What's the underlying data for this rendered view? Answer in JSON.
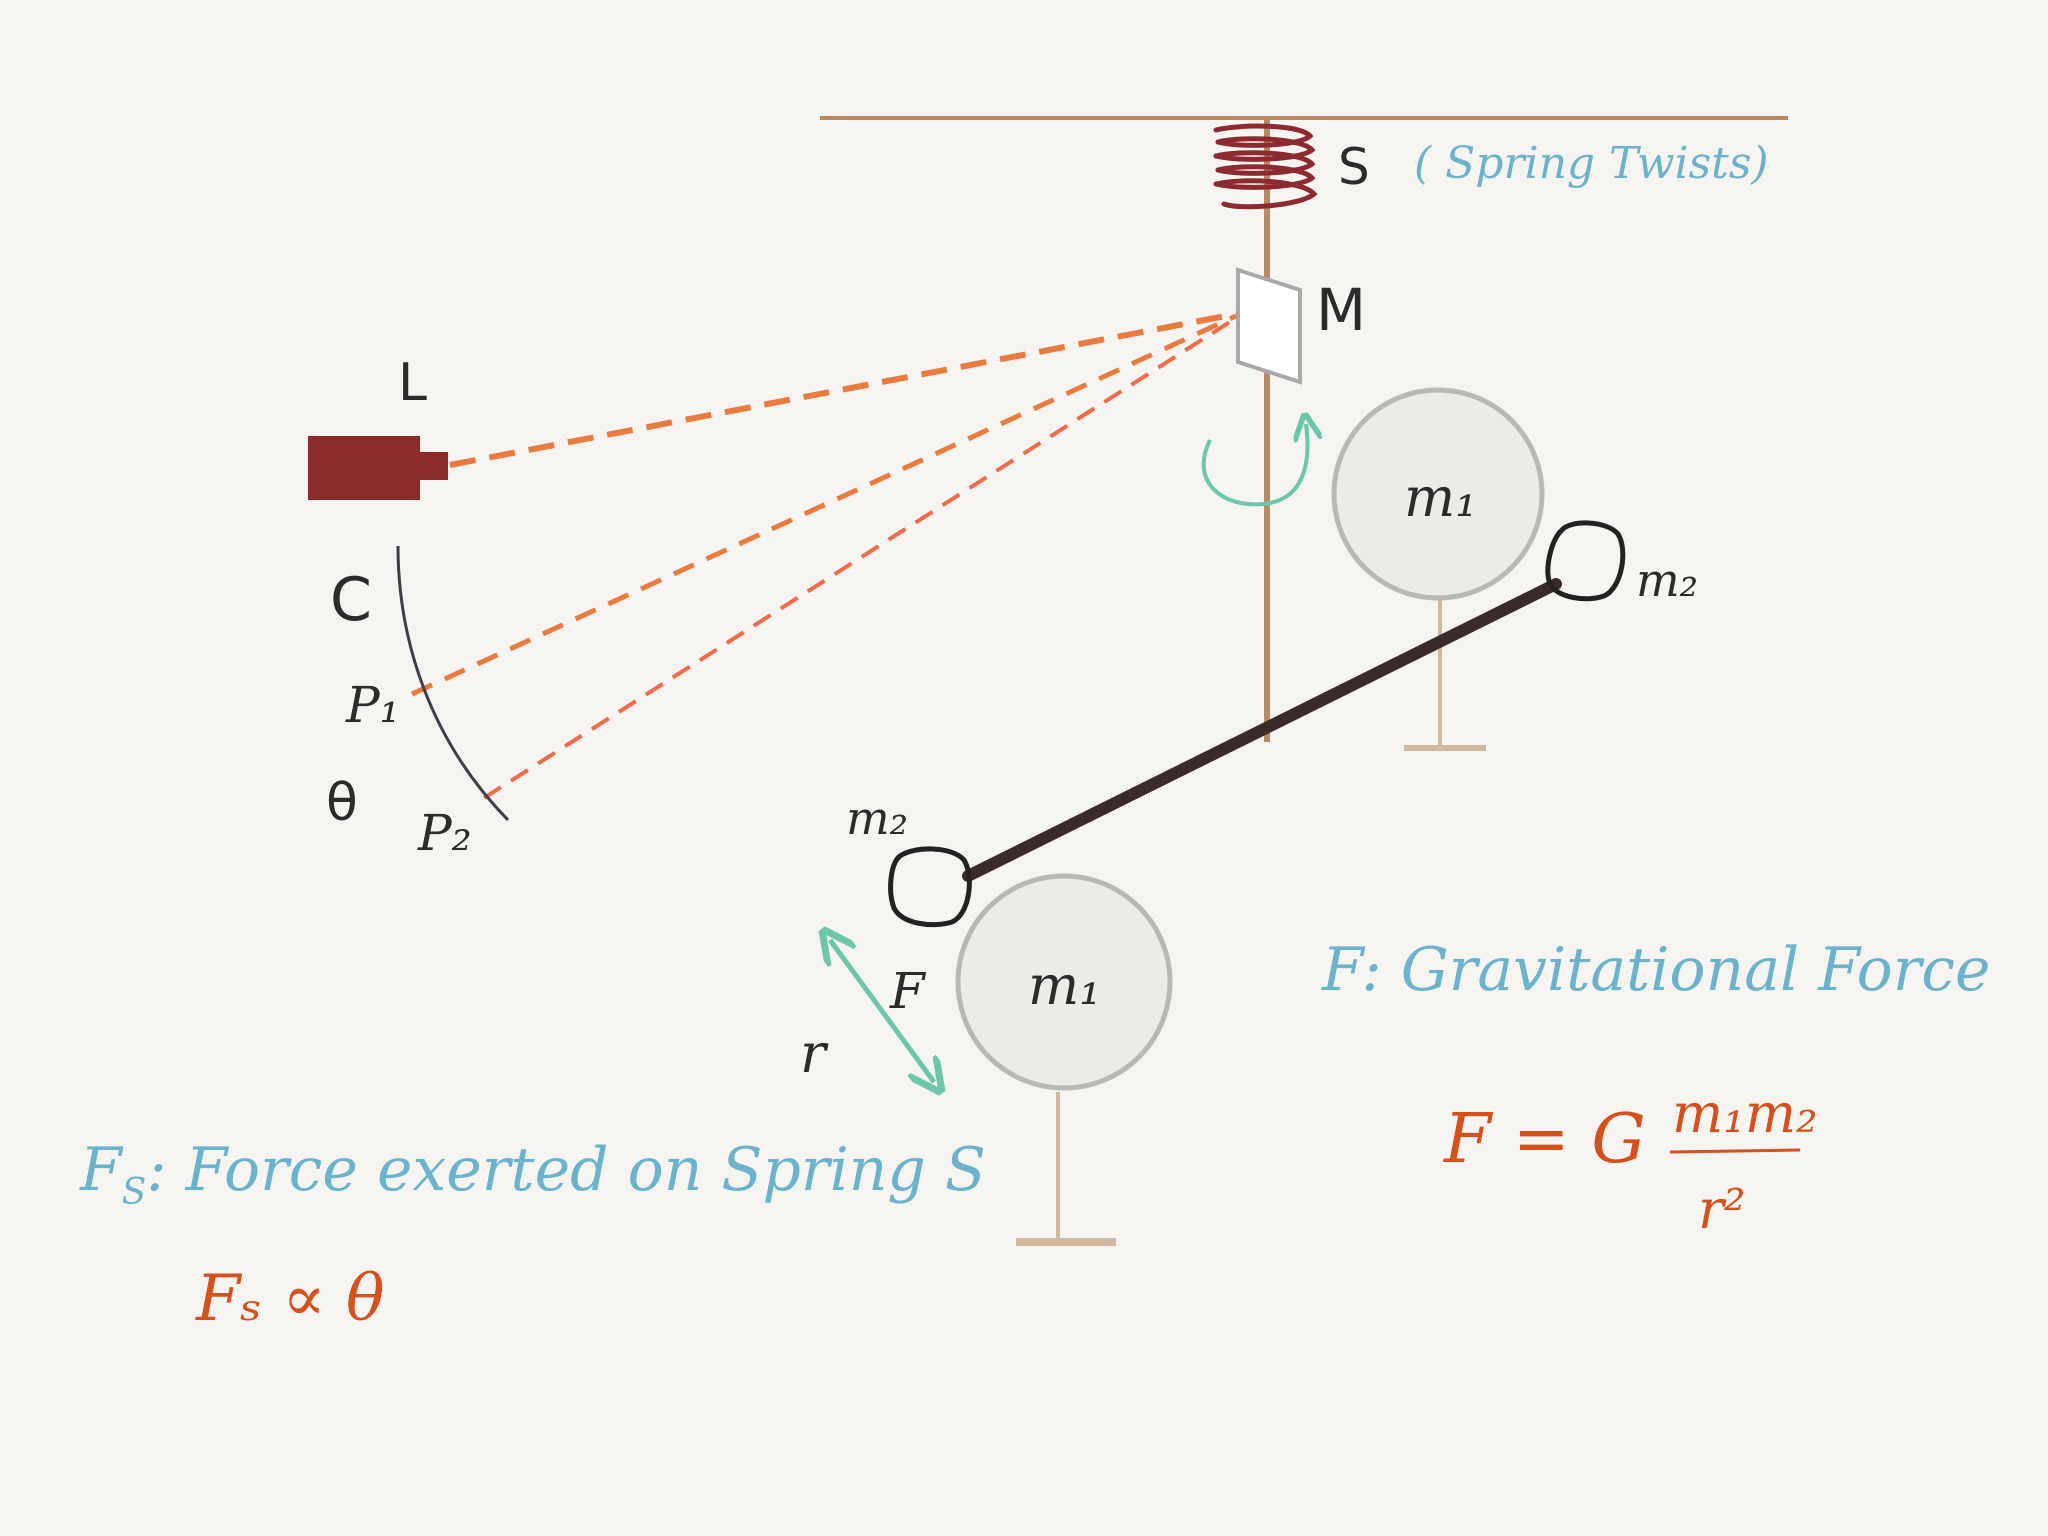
{
  "labels": {
    "spring": "S",
    "spring_note": "( Spring Twists)",
    "mirror": "M",
    "laser": "L",
    "scale": "C",
    "point1": "P₁",
    "point2": "P₂",
    "theta": "θ",
    "mass_large": "m₁",
    "mass_small": "m₂",
    "force_arrow": "F",
    "distance": "r"
  },
  "definitions": {
    "gravitational": "F: Gravitational Force",
    "spring_force_prefix": "F",
    "spring_force_sub": "S",
    "spring_force_rest": ": Force exerted on Spring S"
  },
  "formulas": {
    "proportional": "Fₛ ∝ θ",
    "newton_lhs": "F = G",
    "newton_numerator": "m₁m₂",
    "newton_denominator": "r²"
  },
  "colors": {
    "ink": "#2b2b2b",
    "rod": "#b88a64",
    "spring": "#8c2a2f",
    "laser_body": "#8a2a2a",
    "beam": "#e97b3f",
    "beam_light": "#f06b4a",
    "teal": "#6bb3cc",
    "arrow_green": "#6cc6ac",
    "formula": "#d4501c",
    "sphere_fill": "#ecebe7",
    "sphere_stroke": "#b9b8b4",
    "stand": "#d3b8a0",
    "beam_bar": "#3a2a2a"
  }
}
